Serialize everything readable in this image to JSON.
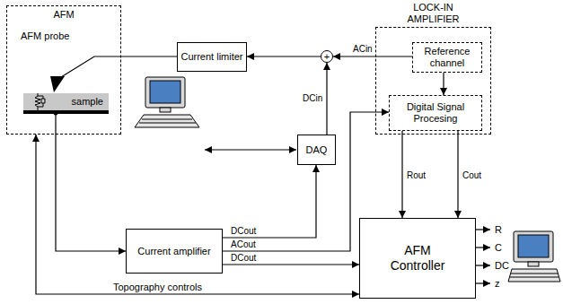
{
  "diagram": {
    "nodes": [
      {
        "text": [
          "AFM"
        ]
      },
      {
        "text": [
          "sample"
        ],
        "in": 0
      },
      {
        "text": [
          "Current limiter"
        ]
      },
      {
        "text": [
          "+"
        ]
      },
      {
        "text": [
          "LOCK-IN AMPLIFIER"
        ]
      },
      {
        "text": [
          "Reference channel"
        ],
        "in": 4
      },
      {
        "text": [
          "Digital Signal Procesing"
        ],
        "in": 4
      },
      {
        "text": [
          "DAQ"
        ]
      },
      {
        "text": [
          "Current amplifier"
        ]
      },
      {
        "text": [
          "AFM Controller"
        ]
      }
    ],
    "edges": [
      {
        "from": 2,
        "to": 0,
        "arrow": "none"
      },
      {
        "from": 3,
        "to": 2,
        "arrow": "to"
      },
      {
        "from": 5,
        "to": 3,
        "arrow": "to",
        "label": "ACin"
      },
      {
        "from": 5,
        "to": 6,
        "arrow": "to"
      },
      {
        "from": 7,
        "to": 3,
        "arrow": "to",
        "label": "DCin"
      },
      {
        "from": 1,
        "to": 8,
        "arrow": "to"
      },
      {
        "from": 8,
        "to": 7,
        "arrow": "to",
        "label": "DCout"
      },
      {
        "from": 8,
        "to": 6,
        "arrow": "to",
        "label": "ACout"
      },
      {
        "from": 8,
        "to": 9,
        "arrow": "to",
        "label": "DCout"
      },
      {
        "from": 6,
        "to": 9,
        "arrow": "to",
        "label": "Rout"
      },
      {
        "from": 6,
        "to": 9,
        "arrow": "to",
        "label": "Cout"
      },
      {
        "from": 9,
        "to": 0,
        "arrow": "both",
        "label": "Topography controls"
      }
    ],
    "labels": [
      "AFM probe",
      "R",
      "C",
      "DC",
      "z"
    ]
  }
}
